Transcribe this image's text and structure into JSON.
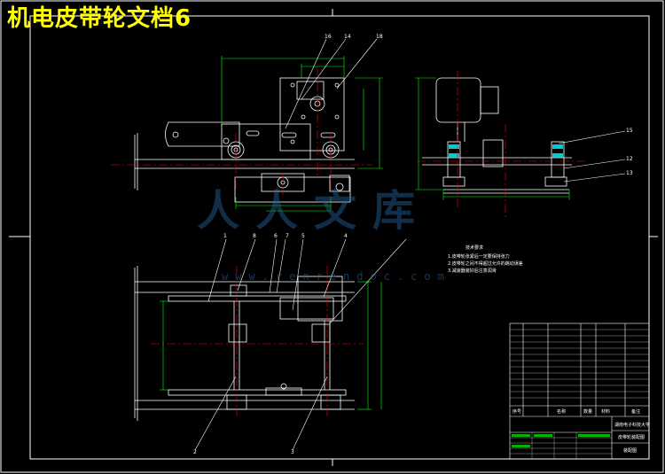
{
  "document": {
    "title": "机电皮带轮文档6"
  },
  "drawing": {
    "notes_title": "技术要求",
    "notes": [
      "1.皮带轮张紧后一定要保持张力",
      "2.皮带轮之间不得超过允许的跳动误差",
      "3.减速器装好后注意润滑"
    ],
    "callouts_top": [
      "16",
      "14",
      "18"
    ],
    "callouts_right": [
      "15",
      "12",
      "13"
    ],
    "callouts_bottom": [
      "1",
      "8",
      "6",
      "7",
      "5",
      "4",
      "2",
      "3"
    ]
  },
  "watermark": {
    "text": "人人文库",
    "url": "www.renrendoc.com"
  },
  "title_block": {
    "school": "湖南电子科技大学",
    "drawing_name": "皮带轮装配图",
    "sheet": "装配图",
    "header_labels": [
      "序号",
      "名称",
      "数量",
      "材料",
      "备注"
    ]
  },
  "colors": {
    "background": "#000000",
    "line": "#ffffff",
    "center_line": "#ff0000",
    "dimension": "#00ff00",
    "title": "#ffff00",
    "hatch": "#00ffff"
  }
}
